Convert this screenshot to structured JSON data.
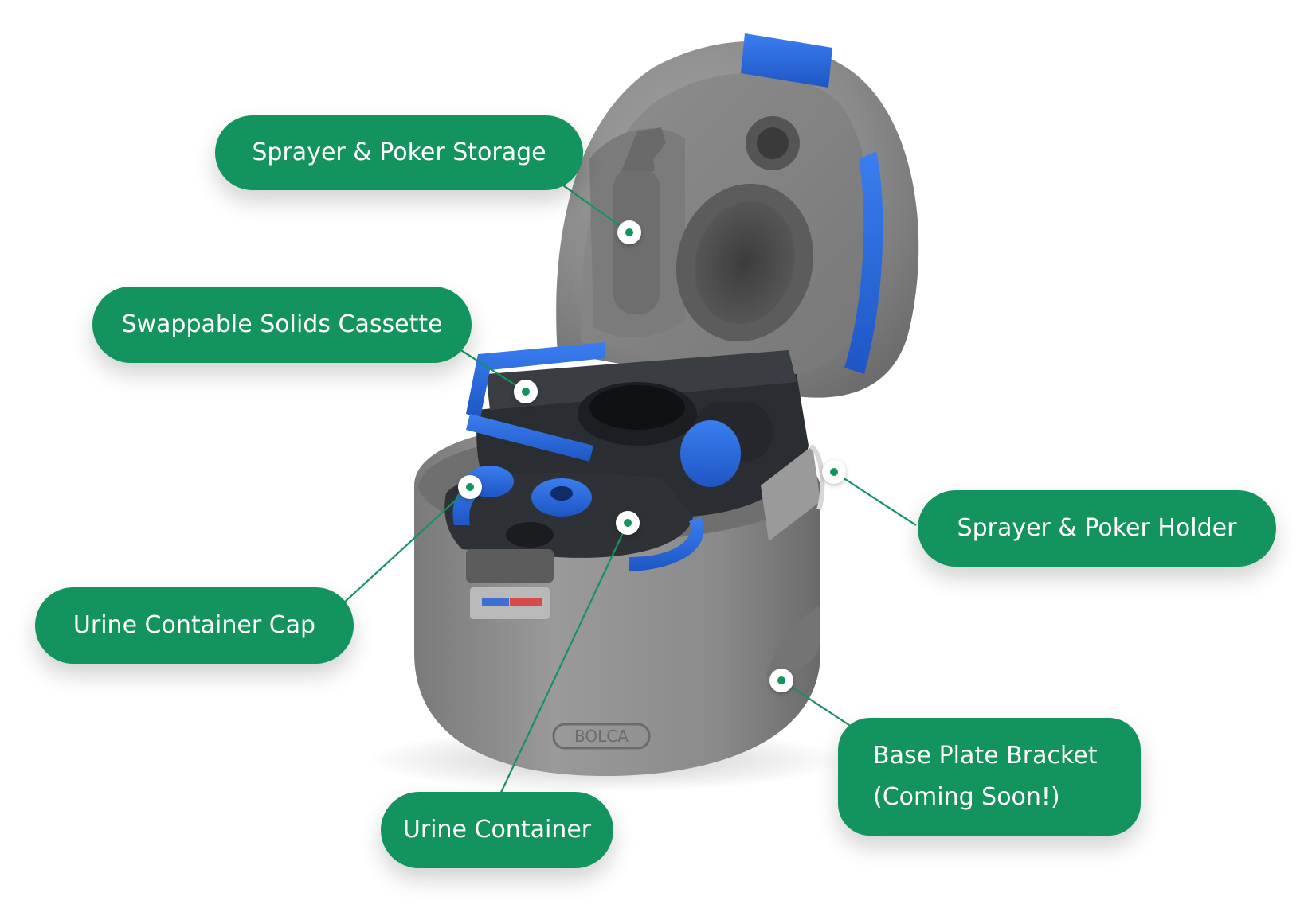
{
  "colors": {
    "label_green": "#13935d",
    "shell_gray": "#8c8c8c",
    "accent_blue": "#2563d6",
    "dark_insert": "#2a2d31"
  },
  "labels": {
    "sprayer_storage": "Sprayer & Poker Storage",
    "solids_cassette": "Swappable Solids Cassette",
    "sprayer_holder": "Sprayer & Poker Holder",
    "urine_cap": "Urine Container Cap",
    "base_plate_line1": "Base Plate Bracket",
    "base_plate_line2": "(Coming Soon!)",
    "urine_container": "Urine Container"
  },
  "icons": {
    "callout_marker": "target-dot-icon"
  },
  "brand": {
    "logo_text": "BOLCA"
  }
}
